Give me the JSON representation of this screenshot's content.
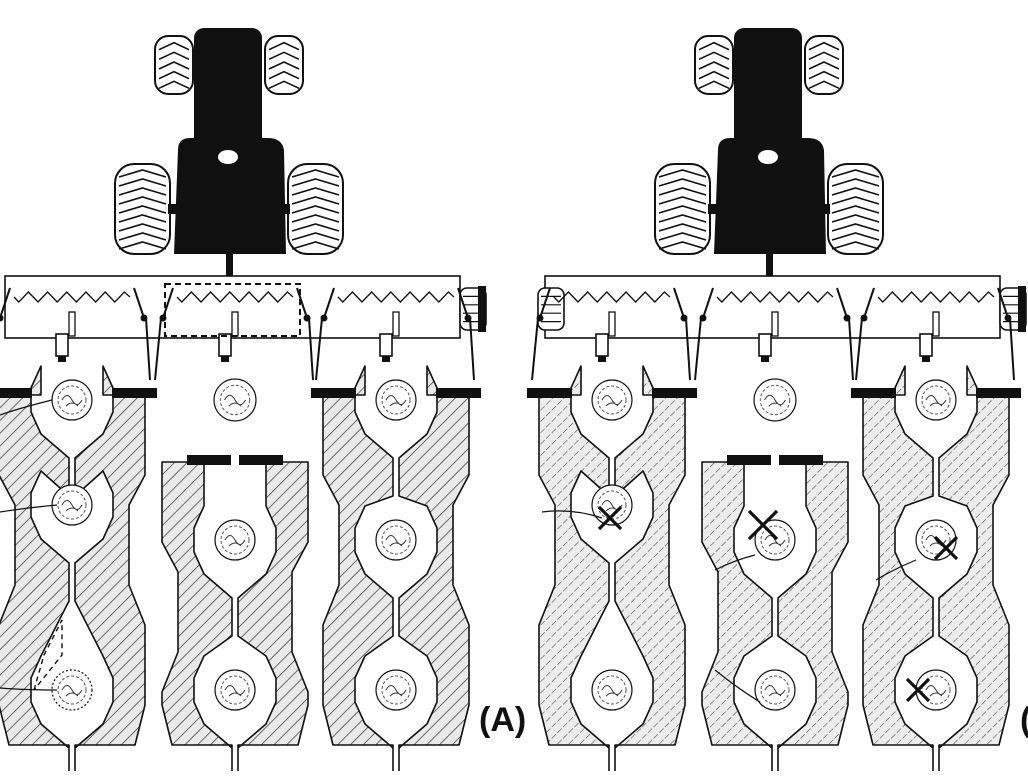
{
  "figure": {
    "panels": [
      {
        "id": "A",
        "label": "(A)",
        "weeds_marked": false
      },
      {
        "id": "B",
        "label": "(",
        "weeds_marked": true
      }
    ],
    "columns_per_panel": 3,
    "colors": {
      "ink": "#111111",
      "fill_hatch": "#e6e6e6",
      "background": "#ffffff"
    }
  }
}
